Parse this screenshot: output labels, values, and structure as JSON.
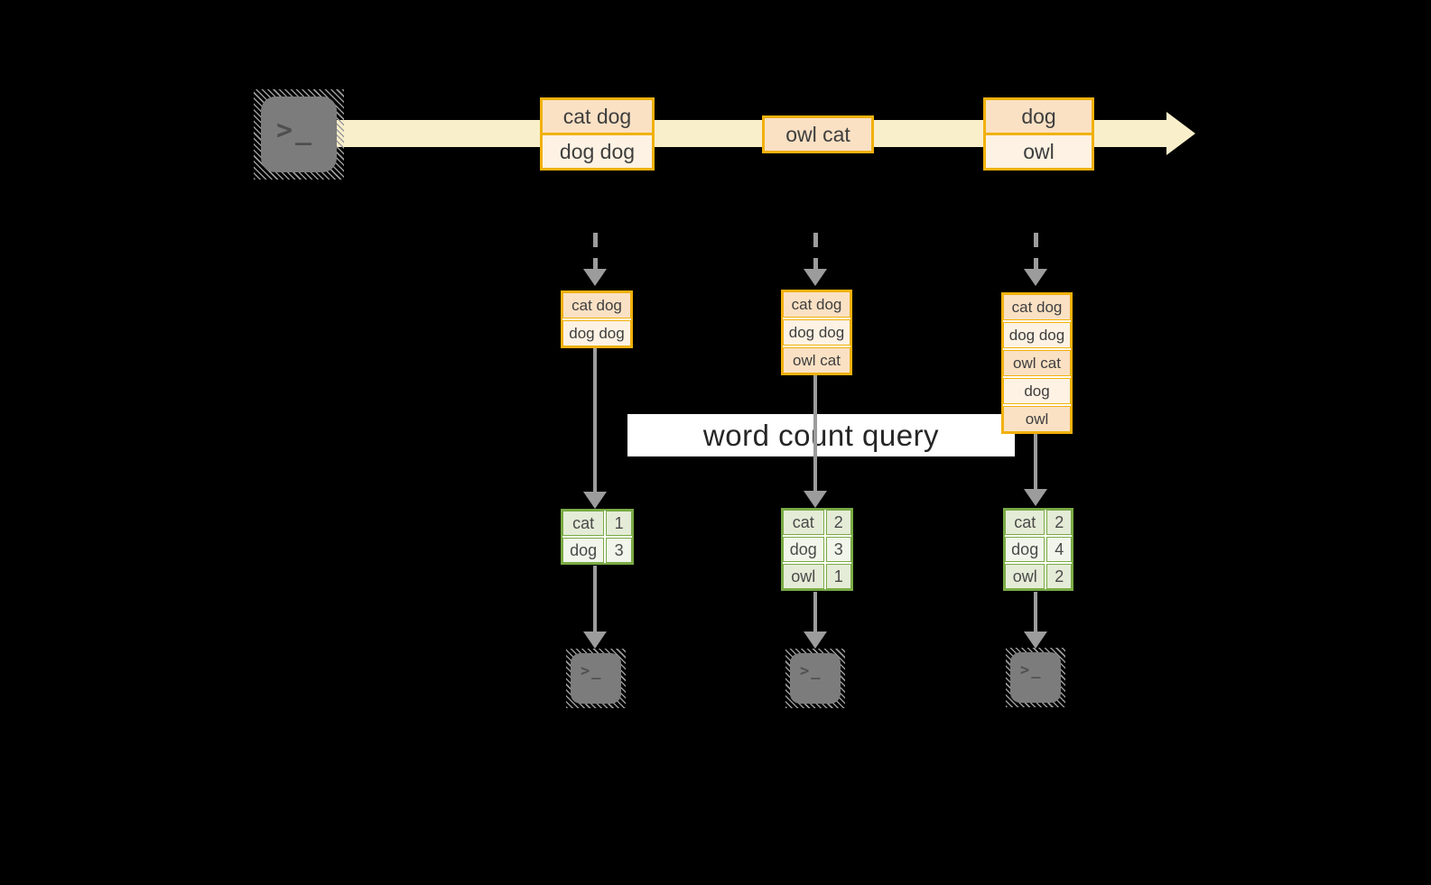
{
  "query": {
    "label": "word count query"
  },
  "icons": {
    "terminal_glyph": ">_"
  },
  "stream": {
    "events": [
      {
        "cells": [
          "cat dog",
          "dog dog"
        ]
      },
      {
        "cells": [
          "owl cat"
        ]
      },
      {
        "cells": [
          "dog",
          "owl"
        ]
      }
    ]
  },
  "columns": [
    {
      "batch": {
        "cells": [
          "cat dog",
          "dog dog"
        ]
      },
      "result": {
        "rows": [
          [
            "cat",
            "1"
          ],
          [
            "dog",
            "3"
          ]
        ]
      }
    },
    {
      "batch": {
        "cells": [
          "cat dog",
          "dog dog",
          "owl cat"
        ]
      },
      "result": {
        "rows": [
          [
            "cat",
            "2"
          ],
          [
            "dog",
            "3"
          ],
          [
            "owl",
            "1"
          ]
        ]
      }
    },
    {
      "batch": {
        "cells": [
          "cat dog",
          "dog dog",
          "owl cat",
          "dog",
          "owl"
        ]
      },
      "result": {
        "rows": [
          [
            "cat",
            "2"
          ],
          [
            "dog",
            "4"
          ],
          [
            "owl",
            "2"
          ]
        ]
      }
    }
  ],
  "colors": {
    "background": "#000000",
    "stream_band": "#faefcb",
    "orange_border": "#f1b10c",
    "cell_peach": "#fae1c4",
    "cell_cream": "#fdf2e3",
    "green_border": "#7aaa45",
    "green_row_dark": "#e4ecd7",
    "green_row_light": "#f1f5eb",
    "arrow_gray": "#9c9c9c",
    "banner_bg": "#ffffff"
  }
}
